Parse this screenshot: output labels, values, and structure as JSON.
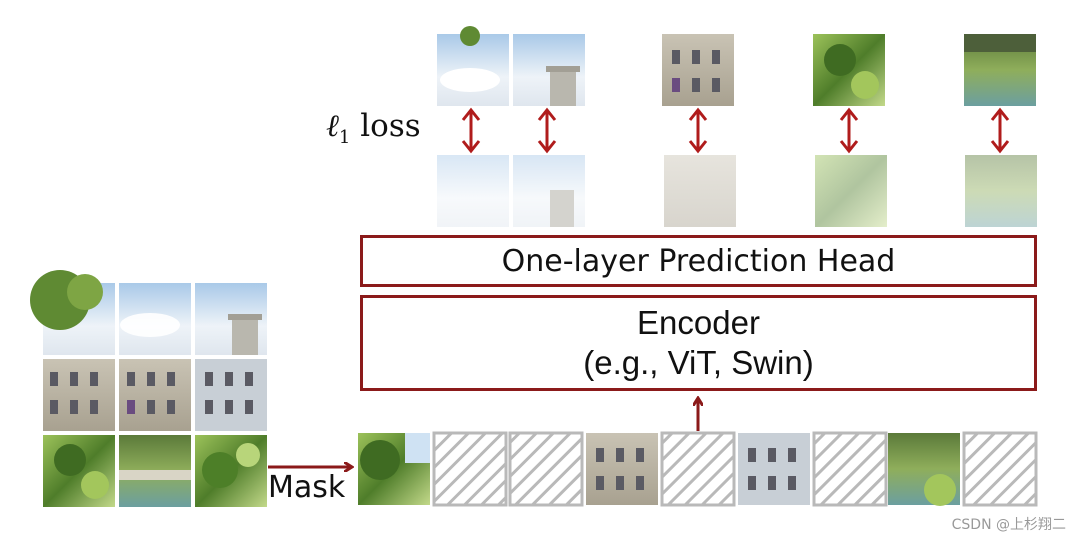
{
  "labels": {
    "loss_symbol": "ℓ",
    "loss_subscript": "1",
    "loss_word": "loss",
    "prediction_head": "One-layer Prediction Head",
    "encoder_line1": "Encoder",
    "encoder_line2": "(e.g., ViT, Swin)",
    "mask": "Mask",
    "watermark": "CSDN @上杉翔二"
  },
  "colors": {
    "accent": "#8b1a1a",
    "masked_patch": "#b9b9b9",
    "sky": "#cfe2f3",
    "building": "#d9d2c4",
    "foliage": "#7aa640"
  },
  "patches": {
    "source_grid": [
      [
        "foliage-sky",
        "sky",
        "sky-tower"
      ],
      [
        "building",
        "building",
        "building-tower"
      ],
      [
        "foliage",
        "garden",
        "foliage"
      ]
    ],
    "input_row": [
      "foliage",
      "masked",
      "masked",
      "building",
      "masked",
      "building-tower",
      "masked",
      "garden",
      "masked"
    ],
    "target_row": [
      "sky",
      "sky-tower",
      "building",
      "foliage",
      "garden"
    ],
    "predicted_row": [
      "sky",
      "sky-tower",
      "building",
      "foliage",
      "garden"
    ]
  }
}
